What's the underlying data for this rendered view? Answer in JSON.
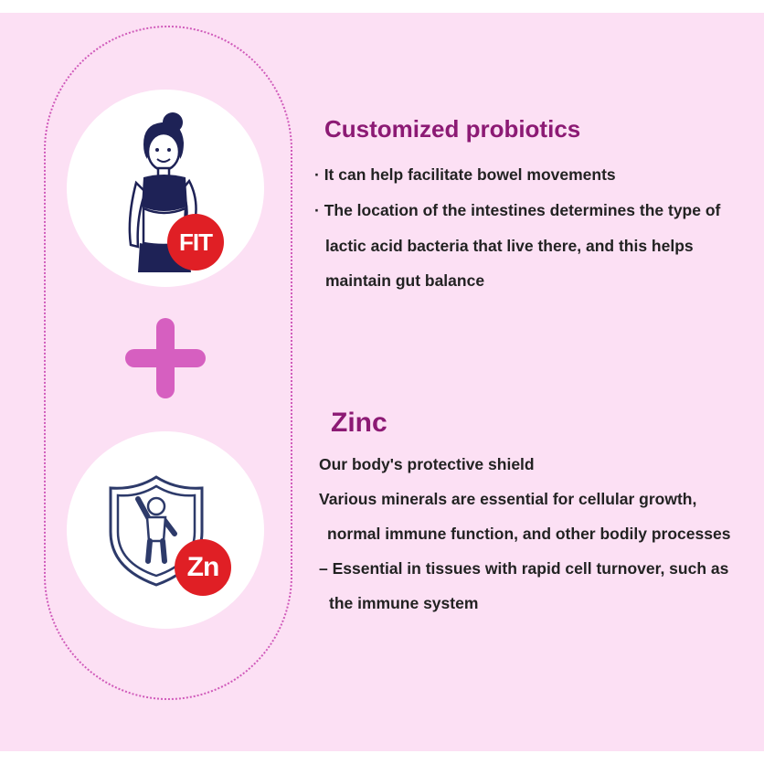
{
  "colors": {
    "background": "#fce0f4",
    "accent": "#d65fc0",
    "heading": "#8c1a74",
    "badge": "#e01f25",
    "text": "#222222"
  },
  "probiotics": {
    "icon": "fit-woman-icon",
    "badge": "FIT",
    "title": "Customized probiotics",
    "lines": [
      "· It can help facilitate bowel movements",
      "· The location of the intestines determines the type of",
      "lactic acid bacteria that live there, and this helps",
      "maintain gut balance"
    ]
  },
  "plus_icon": "plus-icon",
  "zinc": {
    "icon": "shield-person-icon",
    "badge": "Zn",
    "title": "Zinc",
    "lines": [
      "Our body's protective shield",
      "Various minerals are essential for cellular growth,",
      "normal immune function, and other bodily processes",
      "– Essential in tissues with rapid cell turnover, such as",
      "the immune system"
    ]
  }
}
